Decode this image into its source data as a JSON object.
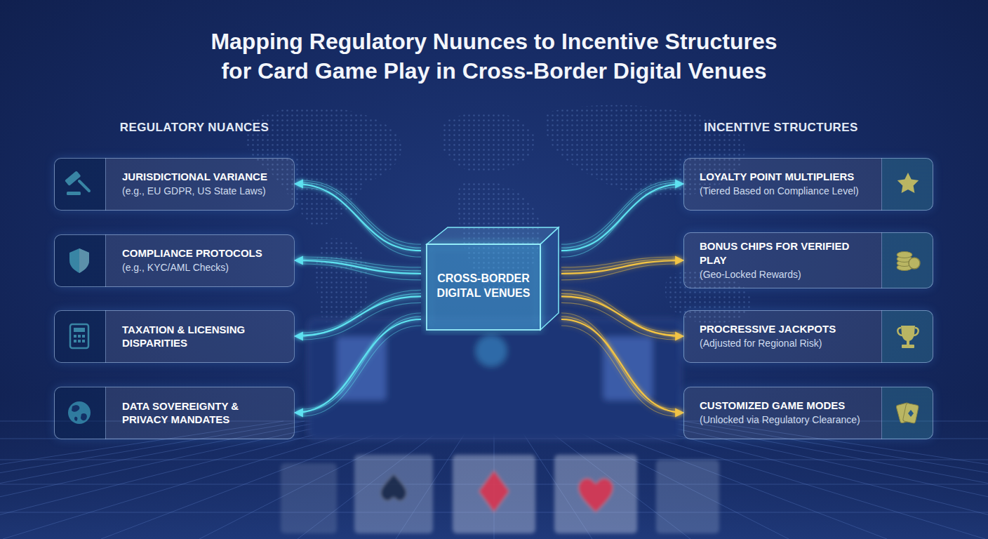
{
  "diagram": {
    "title": "Mapping Regulatory Nuunces to Incentive Structures for Card Game Play in Cross-Border Digital Venues",
    "nodes": [
      {
        "text": [
          "JURISDICTIONAL VARIANCE",
          "(e.g., EU GDPR, US State Laws)"
        ]
      },
      {
        "text": [
          "COMPLIANCE PROTOCOLS",
          "(e.g., KYC/AML Checks)"
        ]
      },
      {
        "text": [
          "TAXATION & LICENSING DISPARITIES"
        ]
      },
      {
        "text": [
          "DATA SOVEREIGNTY & PRIVACY MANDATES"
        ]
      },
      {
        "text": [
          "CROSS-BORDER DIGITAL VENUES"
        ]
      },
      {
        "text": [
          "LOYALTY POINT MULTIPLIERS",
          "(Tiered Based on Compliance Level)"
        ]
      },
      {
        "text": [
          "BONUS CHIPS FOR VERIFIED PLAY",
          "(Geo-Locked Rewards)"
        ]
      },
      {
        "text": [
          "PROCRESSIVE JACKPOTS",
          "(Adjusted for Regional Risk)"
        ]
      },
      {
        "text": [
          "CUSTOMIZED GAME MODES",
          "(Unlocked via Regulatory Clearance)"
        ]
      }
    ],
    "edges": [
      {
        "from": 4,
        "to": 0,
        "arrow": "to"
      },
      {
        "from": 4,
        "to": 1,
        "arrow": "to"
      },
      {
        "from": 4,
        "to": 2,
        "arrow": "to"
      },
      {
        "from": 4,
        "to": 3,
        "arrow": "to"
      },
      {
        "from": 4,
        "to": 5,
        "arrow": "to"
      },
      {
        "from": 4,
        "to": 6,
        "arrow": "to"
      },
      {
        "from": 4,
        "to": 7,
        "arrow": "to"
      },
      {
        "from": 4,
        "to": 8,
        "arrow": "to"
      }
    ],
    "labels": [
      "REGULATORY NUANCES",
      "INCENTIVE STRUCTURES"
    ]
  }
}
